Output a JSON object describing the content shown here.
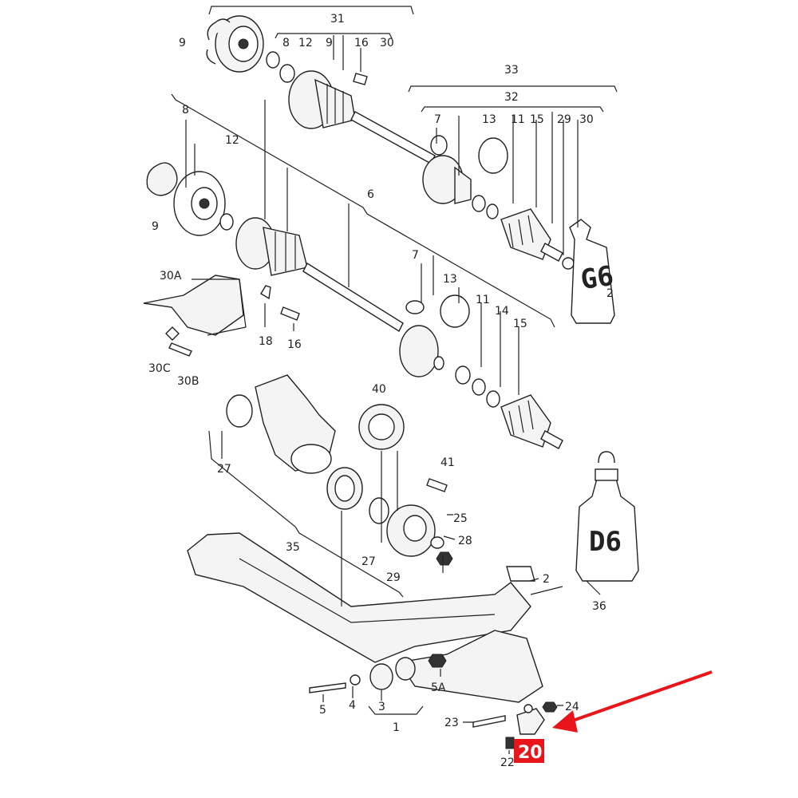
{
  "highlight": {
    "label": "20",
    "color": "#e8151b"
  },
  "arrow_color": "#e8151b",
  "grease_tube_label": "G6",
  "grease_tube_sub": "2",
  "oil_bottle_label": "D6",
  "callouts": {
    "c1": "1",
    "c2": "2",
    "c3": "3",
    "c4": "4",
    "c5": "5",
    "c5a": "5A",
    "c6": "6",
    "c7a": "7",
    "c7b": "7",
    "c8": "8",
    "c8b": "8",
    "c9a": "9",
    "c9b": "9",
    "c9c": "9",
    "c11a": "11",
    "c11b": "11",
    "c12a": "12",
    "c12b": "12",
    "c13a": "13",
    "c13b": "13",
    "c14": "14",
    "c15a": "15",
    "c15b": "15",
    "c16a": "16",
    "c16b": "16",
    "c18": "18",
    "c22": "22",
    "c23": "23",
    "c24": "24",
    "c25": "25",
    "c27a": "27",
    "c27b": "27",
    "c28": "28",
    "c29a": "29",
    "c29b": "29",
    "c30a": "30",
    "c30b": "30",
    "c30A": "30A",
    "c30B": "30B",
    "c30C": "30C",
    "c31": "31",
    "c32": "32",
    "c33": "33",
    "c35": "35",
    "c36": "36",
    "c40": "40",
    "c41": "41"
  }
}
